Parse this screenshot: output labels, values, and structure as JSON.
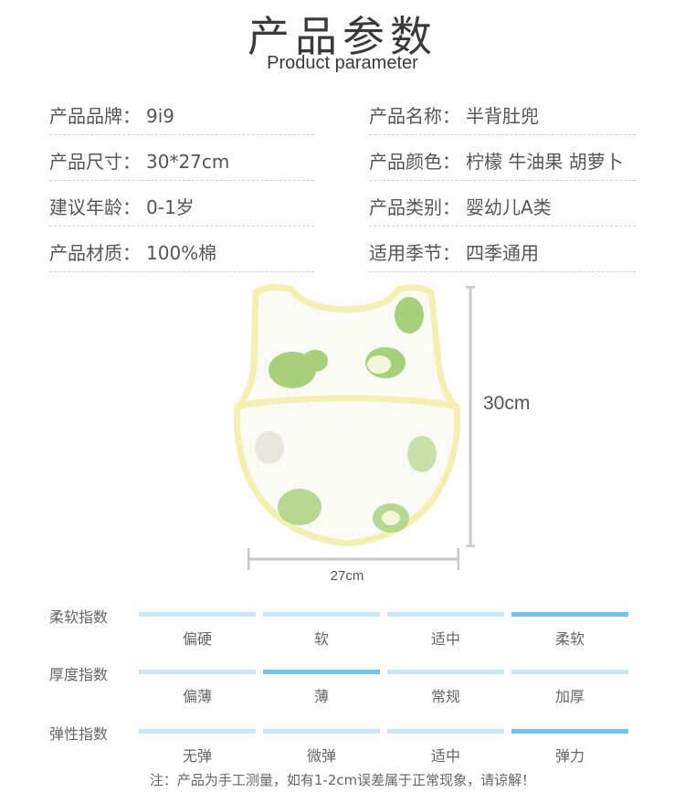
{
  "header": {
    "title": "产品参数",
    "subtitle": "Product parameter"
  },
  "params": [
    {
      "label": "产品品牌：",
      "value": "9i9"
    },
    {
      "label": "产品名称：",
      "value": "半背肚兜"
    },
    {
      "label": "产品尺寸：",
      "value": "30*27cm"
    },
    {
      "label": "产品颜色：",
      "value": "柠檬 牛油果 胡萝卜"
    },
    {
      "label": "建议年龄：",
      "value": "0-1岁"
    },
    {
      "label": "产品类别：",
      "value": "婴幼儿A类"
    },
    {
      "label": "产品材质：",
      "value": "100%棉"
    },
    {
      "label": "适用季节：",
      "value": "四季通用"
    }
  ],
  "dimensions": {
    "height": "30cm",
    "width": "27cm"
  },
  "indices": [
    {
      "name": "柔软指数",
      "options": [
        "偏硬",
        "软",
        "适中",
        "柔软"
      ],
      "selected": "柔软"
    },
    {
      "name": "厚度指数",
      "options": [
        "偏薄",
        "薄",
        "常规",
        "加厚"
      ],
      "selected": "薄"
    },
    {
      "name": "弹性指数",
      "options": [
        "无弹",
        "微弹",
        "适中",
        "弹力"
      ],
      "selected": "弹力"
    }
  ],
  "note": "注：产品为手工测量，如有1-2cm误差属于正常现象，请谅解！",
  "colors": {
    "bar_inactive": "#cbe7f7",
    "bar_active": "#6cc5f1",
    "trim": "#f3f1b0",
    "pear": "#a6d07a"
  }
}
